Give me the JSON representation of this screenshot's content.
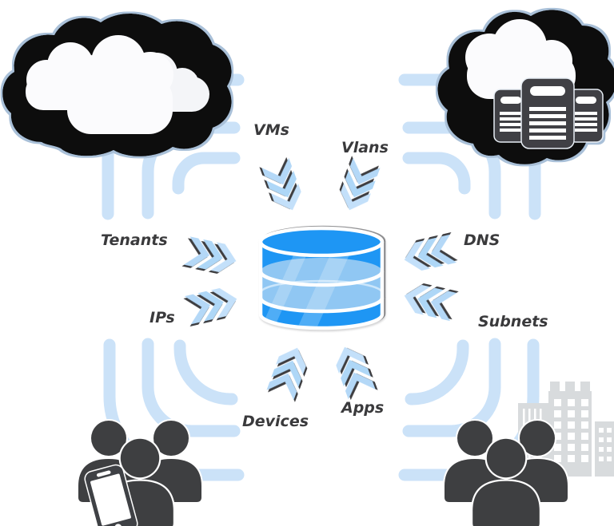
{
  "diagram": {
    "description": "Central database collecting data from clouds, servers, users, devices and buildings",
    "labels": {
      "vms": "VMs",
      "vlans": "Vlans",
      "tenants": "Tenants",
      "dns": "DNS",
      "ips": "IPs",
      "subnets": "Subnets",
      "devices": "Devices",
      "apps": "Apps"
    },
    "icons": [
      "cloud-icon-top-left",
      "cloud-with-servers-icon-top-right",
      "users-group-icon-bottom-left",
      "smartphone-icon",
      "users-group-icon-bottom-right",
      "city-buildings-icon",
      "database-icon"
    ],
    "colors": {
      "database_blue": "#1E96F4",
      "database_band_light": "#8FC8F5",
      "arc_light_blue": "#CBE2F8",
      "chevron_blue": "#B4D8F7",
      "label_gray": "#3A3A3C",
      "silhouette_dark": "#3E3F41",
      "cloud_blob_black": "#0B0B0C",
      "blob_outline": "#A9C0D8",
      "building_gray": "#D8DBDD",
      "cloud_white": "#FBFBFD"
    }
  }
}
